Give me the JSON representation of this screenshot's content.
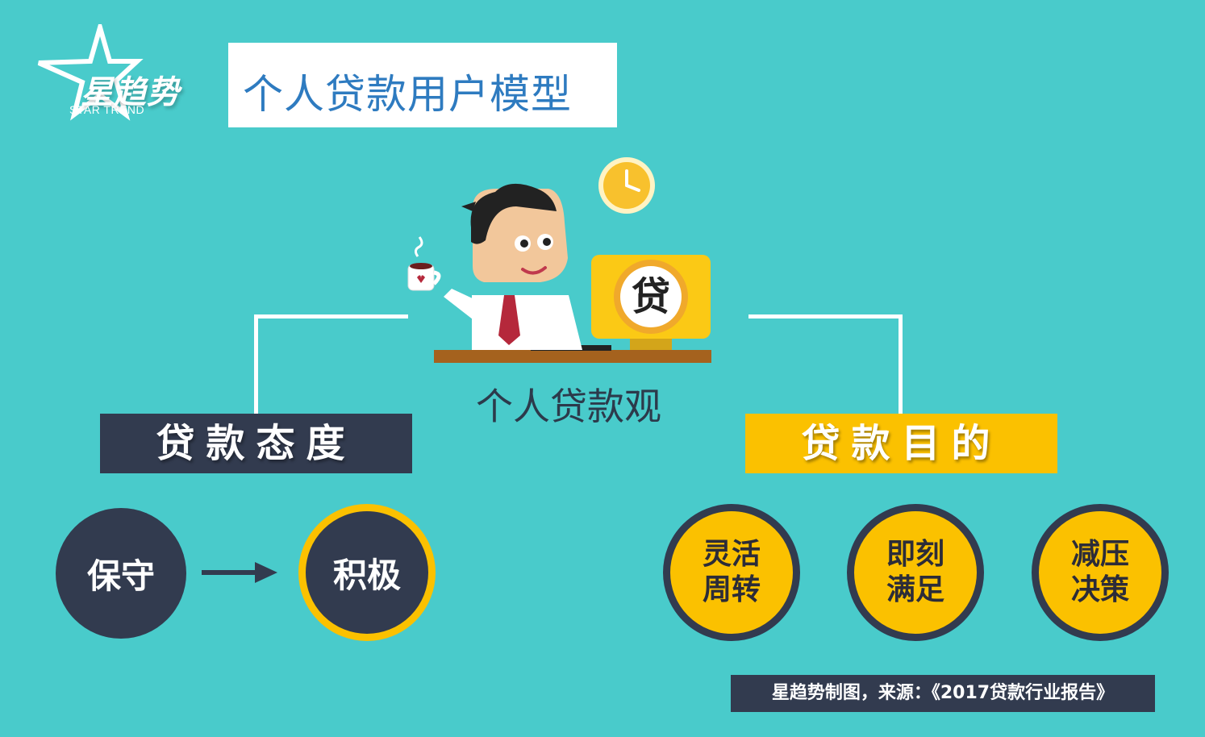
{
  "logo": {
    "brand_cn": "星趋势",
    "brand_en": "STAR TREND"
  },
  "title": "个人贷款用户模型",
  "center": {
    "label": "个人贷款观",
    "monitor_char": "贷"
  },
  "attitude": {
    "header": "贷款态度",
    "from": "保守",
    "to": "积极"
  },
  "purpose": {
    "header": "贷款目的",
    "items": [
      {
        "line1": "灵活",
        "line2": "周转"
      },
      {
        "line1": "即刻",
        "line2": "满足"
      },
      {
        "line1": "减压",
        "line2": "决策"
      }
    ]
  },
  "source": "星趋势制图，来源：《2017贷款行业报告》",
  "colors": {
    "background": "#49CBCB",
    "navy": "#323B4F",
    "yellow": "#FBC100",
    "title_blue": "#2E7BC0"
  }
}
